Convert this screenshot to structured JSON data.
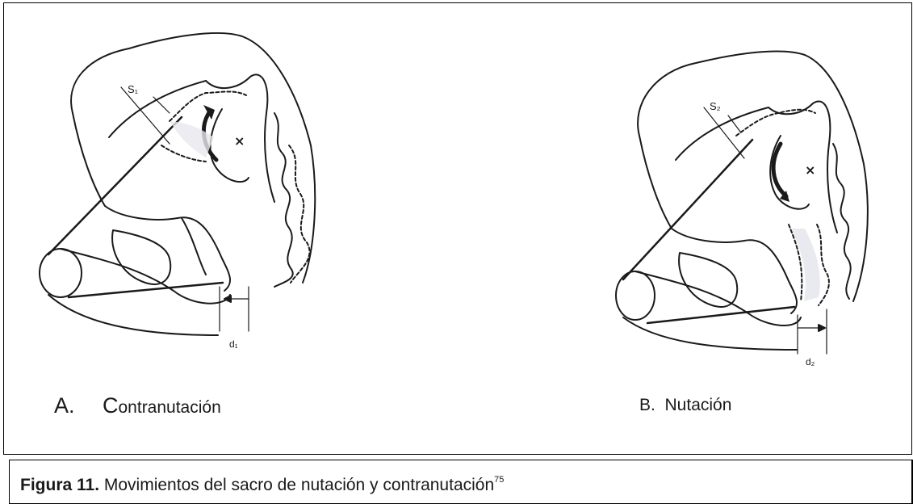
{
  "panel_a": {
    "label_letter": "A.",
    "label_first": "C",
    "label_rest": "ontranutación",
    "top_marker": "S₁",
    "bottom_marker": "d₁",
    "center_mark": "×"
  },
  "panel_b": {
    "label": "B.  Nutación",
    "top_marker": "S₂",
    "bottom_marker": "d₂",
    "center_mark": "×"
  },
  "caption": {
    "figure_label": "Figura 11.",
    "text": " Movimientos del sacro de nutación y contranutación",
    "reference": "75"
  },
  "colors": {
    "ink": "#1a1a1a",
    "shade": "#e7e7ee"
  }
}
